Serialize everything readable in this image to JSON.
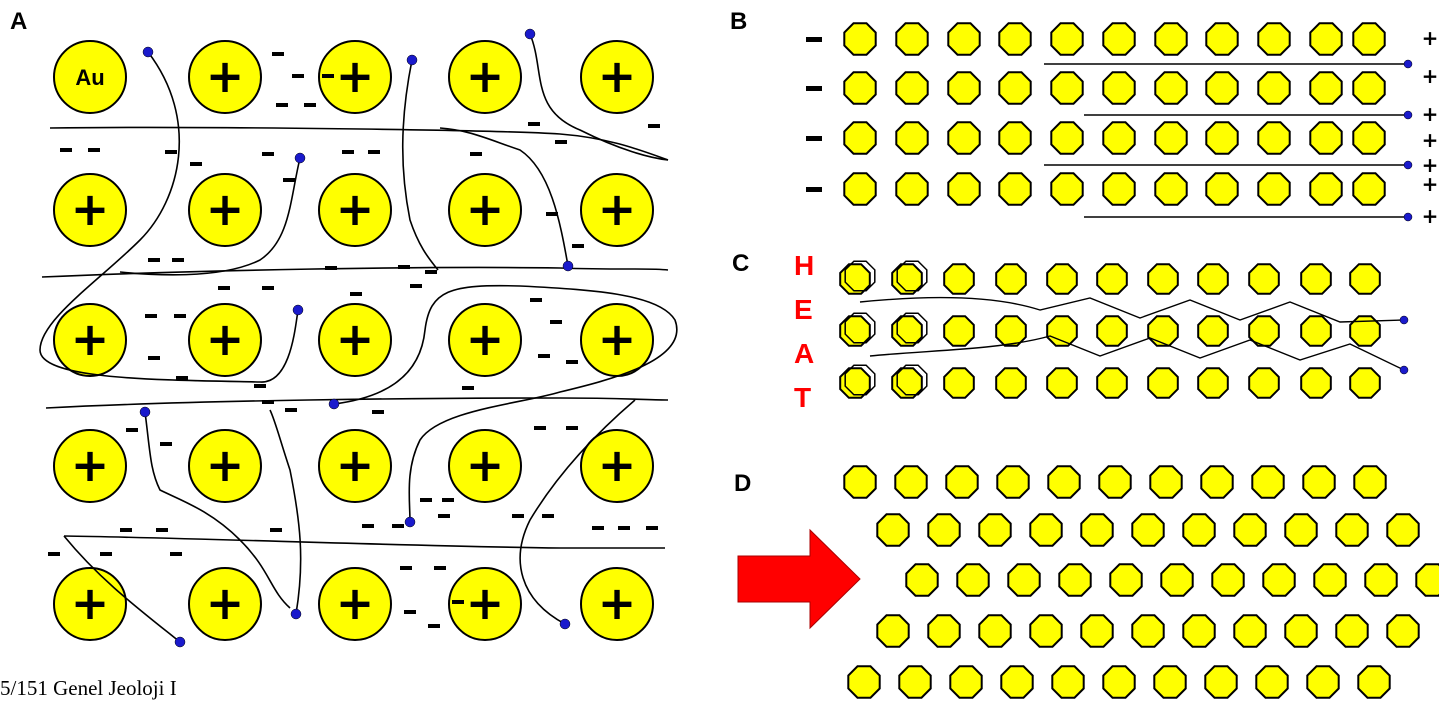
{
  "panels": {
    "a": {
      "label": "A",
      "atom_label": "Au",
      "ion_sign": "+"
    },
    "b": {
      "label": "B"
    },
    "c": {
      "label": "C",
      "heat_letters": [
        "H",
        "E",
        "A",
        "T"
      ]
    },
    "d": {
      "label": "D"
    }
  },
  "footer": {
    "text": "5/151 Genel Jeoloji I"
  },
  "colors": {
    "atom_fill": "#ffff00",
    "outline": "#000000",
    "electron": "#1a1acc",
    "heat_text": "#ff0000",
    "arrow": "#ff0000"
  }
}
